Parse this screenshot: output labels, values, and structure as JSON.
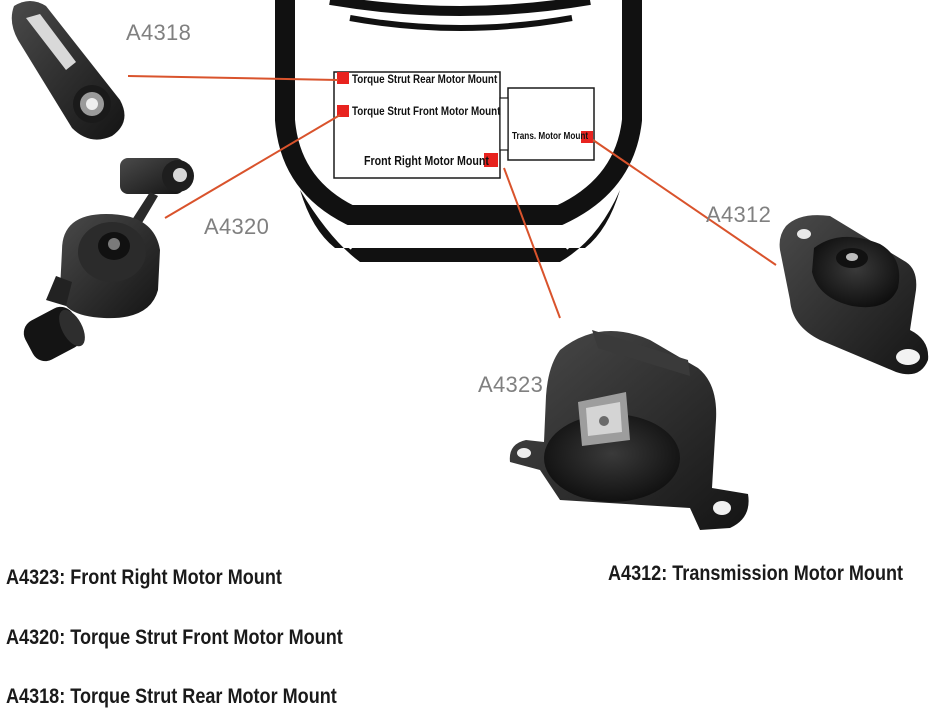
{
  "diagram": {
    "engine_bay_labels": {
      "rear_mount": "Torque Strut Rear Motor Mount",
      "front_mount": "Torque Strut Front Motor Mount",
      "right_mount": "Front Right Motor Mount",
      "trans_mount": "Trans. Motor Mount"
    },
    "part_codes": {
      "a4318": "A4318",
      "a4320": "A4320",
      "a4312": "A4312",
      "a4323": "A4323"
    },
    "legend": {
      "a4323": "A4323: Front Right Motor Mount",
      "a4320": "A4320: Torque Strut Front Motor Mount",
      "a4318": "A4318: Torque Strut Rear Motor Mount",
      "a4312": "A4312: Transmission Motor Mount"
    },
    "colors": {
      "marker": "#e8231f",
      "leader_line": "#d9532c",
      "hood": "#111111",
      "part_code_text": "#808080"
    }
  }
}
